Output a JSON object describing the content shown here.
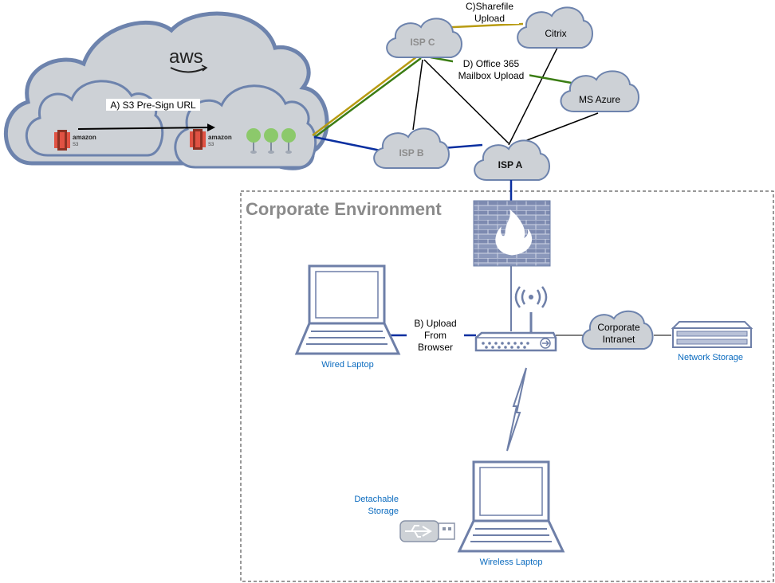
{
  "aws": {
    "logo_text": "aws"
  },
  "s3": {
    "brand": "amazon",
    "service": "S3"
  },
  "environment": {
    "title": "Corporate Environment"
  },
  "clouds": {
    "isp_a": "ISP A",
    "isp_b": "ISP B",
    "isp_c": "ISP C",
    "citrix": "Citrix",
    "ms_azure": "MS Azure",
    "corporate_intranet": [
      "Corporate",
      "Intranet"
    ]
  },
  "flows": {
    "a": "A) S3 Pre-Sign URL",
    "b": [
      "B) Upload",
      "From",
      "Browser"
    ],
    "c": [
      "C)Sharefile",
      "Upload"
    ],
    "d": [
      "D) Office 365",
      "Mailbox Upload"
    ]
  },
  "devices": {
    "wired_laptop": "Wired Laptop",
    "wireless_laptop": "Wireless Laptop",
    "network_storage": "Network Storage",
    "detachable_storage": [
      "Detachable",
      "Storage"
    ]
  },
  "colors": {
    "cloud_fill": "#cdd1d6",
    "cloud_stroke": "#6d83ad",
    "blue_link": "#0a2fa0",
    "gold_link": "#b89b12",
    "green_link": "#3b7d14",
    "device_stroke": "#6e7fa8",
    "caption_blue": "#0b6bbf",
    "tree_green": "#8cc96b"
  }
}
